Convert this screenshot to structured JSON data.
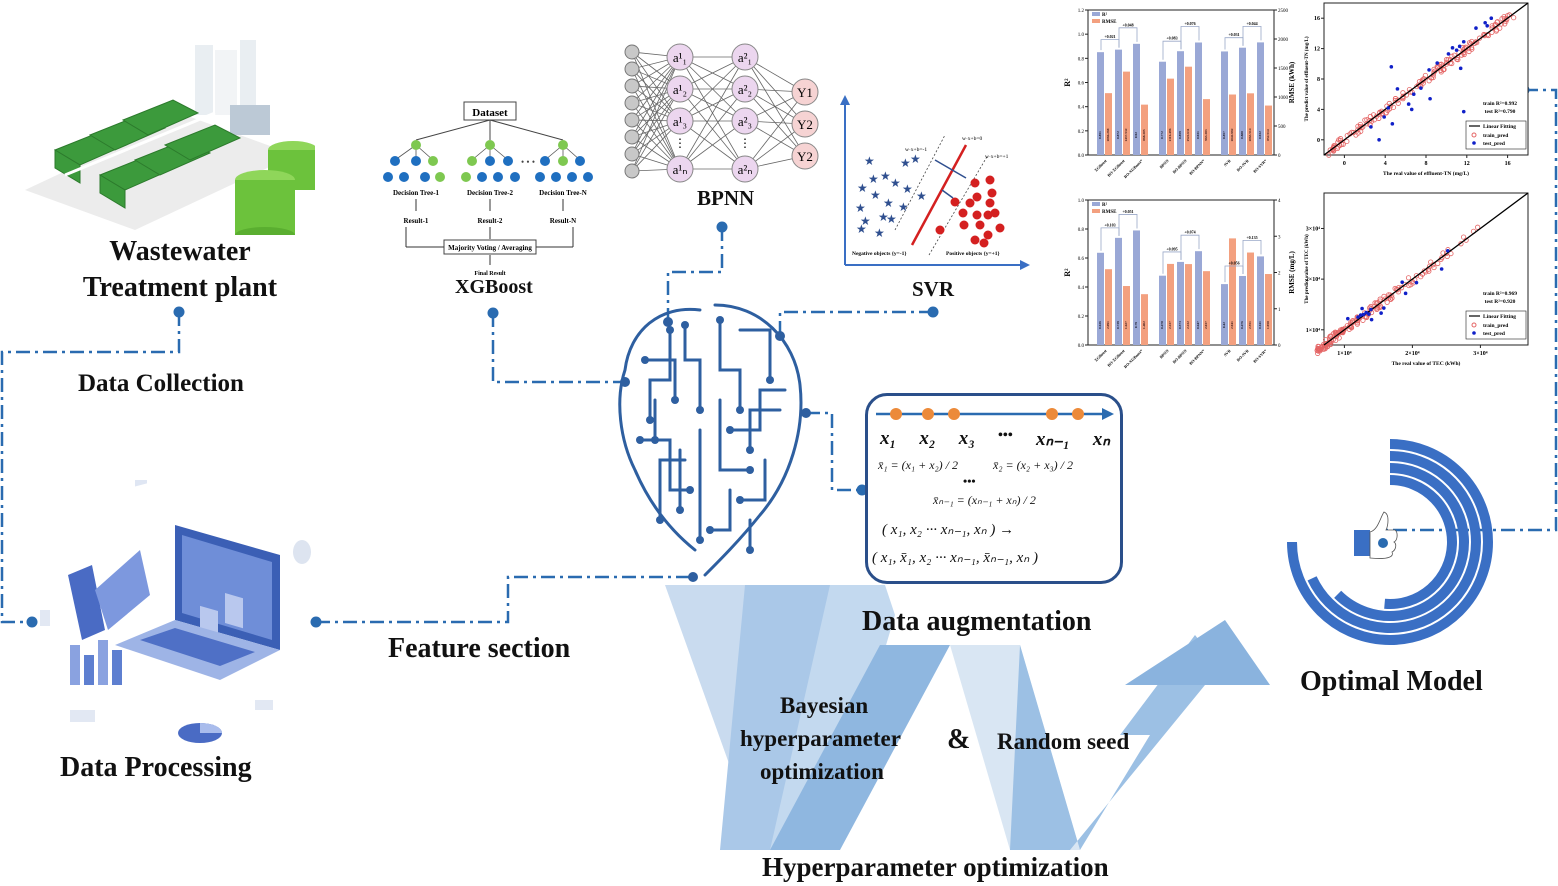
{
  "colors": {
    "flow_line": "#2a6bb0",
    "accent_blue": "#3a6fc4",
    "plant_green": "#3c9a3c",
    "bar_r2": "#9aa8d6",
    "bar_rmse": "#f3a07f",
    "svr_neg": "#2f4f8f",
    "svr_pos": "#d42020",
    "aug_dot": "#ec8a3a",
    "arrow_light": "#c9dbef",
    "arrow_mid": "#9cc0e4"
  },
  "labels": {
    "plant": [
      "Wastewater",
      "Treatment plant"
    ],
    "data_collection": "Data Collection",
    "data_processing": "Data Processing",
    "feature_section": "Feature section",
    "xgboost": "XGBoost",
    "bpnn": "BPNN",
    "svr": "SVR",
    "data_augmentation": "Data augmentation",
    "optimal_model": "Optimal Model",
    "bayesian": [
      "Bayesian",
      "hyperparameter",
      "optimization"
    ],
    "ampersand": "&",
    "random_seed": "Random seed",
    "hyperparameter_optimization": "Hyperparameter optimization"
  },
  "xgboost_diagram": {
    "dataset": "Dataset",
    "trees": [
      "Decision Tree-1",
      "Decision Tree-2",
      "Decision Tree-N"
    ],
    "results": [
      "Result-1",
      "Result-2",
      "Result-N"
    ],
    "ellipsis": "• • •",
    "combiner": "Majority Voting / Averaging",
    "final": "Final Result"
  },
  "bpnn_diagram": {
    "input_count": 8,
    "hidden1": [
      "a¹₁",
      "a¹₂",
      "a¹₃",
      "a¹ₙ"
    ],
    "hidden2": [
      "a²₁",
      "a²₂",
      "a²₃",
      "a²ₙ"
    ],
    "outputs": [
      "Y1",
      "Y2",
      "Y2"
    ]
  },
  "svr_diagram": {
    "eq_center": "w·x+b=0",
    "eq_left": "w·x+b=-1",
    "eq_right": "w·x+b=+1",
    "negative": "Negative objects  {y=-1}",
    "positive": "Positive objects  {y=+1}"
  },
  "augmentation": {
    "points": [
      "x₁",
      "x₂",
      "x₃",
      "•••",
      "xₙ₋₁",
      "xₙ"
    ],
    "eq1": "x̄₁ = (x₁ + x₂) / 2",
    "eq2": "x̄₂ = (x₂ + x₃) / 2",
    "dots": "•••",
    "eq3": "x̄ₙ₋₁ = (xₙ₋₁ + xₙ) / 2",
    "seq_before": "( x₁, x₂  ··· xₙ₋₁, xₙ )  →",
    "seq_after": "( x₁, x̄₁, x₂ ··· xₙ₋₁, x̄ₙ₋₁, xₙ )"
  },
  "chart_data": [
    {
      "type": "bar",
      "title": "",
      "categories": [
        "XGBoost",
        "BO-XGBoost",
        "BO-XGBoost*",
        "BPNN",
        "BO-BPNN",
        "BO-BPNN*",
        "SVR",
        "BO-SVR",
        "BO-SVR*"
      ],
      "series": [
        {
          "name": "R²",
          "axis": "left",
          "values": [
            0.851,
            0.872,
            0.92,
            0.772,
            0.859,
            0.931,
            0.857,
            0.888,
            0.932
          ]
        },
        {
          "name": "RMSE",
          "axis": "right",
          "values": [
            1066.269,
            1437.532,
            868.305,
            1316.496,
            1522.631,
            963.383,
            1042.992,
            1063.514,
            852.514
          ]
        }
      ],
      "annotations": [
        "+0.021",
        "+0.048",
        "+0.083",
        "+0.076",
        "+0.031",
        "+0.044"
      ],
      "ylabel": "R²",
      "y2label": "RMSE (kWh)",
      "ylim": [
        0,
        1.2
      ],
      "y2lim": [
        0,
        2500
      ],
      "yticks": [
        0.0,
        0.2,
        0.4,
        0.6,
        0.8,
        1.0,
        1.2
      ],
      "y2ticks": [
        0,
        500,
        1000,
        1500,
        2000,
        2500
      ],
      "legend": "top-left"
    },
    {
      "type": "bar",
      "title": "",
      "categories": [
        "XGBoost",
        "BO-XGBoost",
        "BO-XGBoost*",
        "BPNN",
        "BO-BPNN",
        "BO-BPNN*",
        "SVR",
        "BO-SVR",
        "BO-SVR*"
      ],
      "series": [
        {
          "name": "R²",
          "axis": "left",
          "values": [
            0.636,
            0.739,
            0.79,
            0.478,
            0.573,
            0.647,
            0.42,
            0.476,
            0.611
          ]
        },
        {
          "name": "RMSE",
          "axis": "right",
          "values": [
            2.091,
            1.627,
            1.402,
            2.237,
            2.232,
            2.037,
            2.941,
            2.551,
            1.958
          ]
        }
      ],
      "annotations": [
        "+0.103",
        "+0.051",
        "+0.095",
        "+0.074",
        "+0.056",
        "+0.135"
      ],
      "ylabel": "R²",
      "y2label": "RMSE (mg/L)",
      "ylim": [
        0,
        1.0
      ],
      "y2lim": [
        0,
        4
      ],
      "yticks": [
        0.0,
        0.2,
        0.4,
        0.6,
        0.8,
        1.0
      ],
      "y2ticks": [
        0,
        1,
        2,
        3,
        4
      ],
      "legend": "top-left"
    },
    {
      "type": "scatter",
      "title": "",
      "xlabel": "The real value of effluent-TN (mg/L)",
      "ylabel": "The predict value of effluent-TN (mg/L)",
      "xlim": [
        -2,
        18
      ],
      "ylim": [
        -2,
        18
      ],
      "xticks": [
        0,
        4,
        8,
        12,
        16
      ],
      "yticks": [
        0,
        4,
        8,
        12,
        16
      ],
      "annotations": [
        "train R²=0.992",
        "test  R²=0.790"
      ],
      "series": [
        {
          "name": "Linear Fitting",
          "kind": "line",
          "x": [
            -2,
            18
          ],
          "y": [
            -2,
            18
          ]
        },
        {
          "name": "train_pred",
          "kind": "open-circle"
        },
        {
          "name": "test_pred",
          "kind": "dot",
          "x": [
            3.4,
            4.7,
            2.6,
            3.9,
            4.3,
            5.2,
            6.3,
            6.6,
            6.8,
            7.5,
            8.4,
            8.3,
            9.1,
            10.2,
            10.6,
            11.0,
            11.3,
            11.7,
            12.9,
            13.8,
            14.4,
            14.0,
            11.7,
            4.6,
            11.4
          ],
          "y": [
            0.0,
            2.1,
            1.7,
            3.0,
            4.2,
            6.7,
            4.7,
            4.0,
            6.0,
            6.8,
            5.4,
            9.2,
            10.1,
            11.3,
            12.1,
            11.8,
            12.3,
            12.9,
            14.7,
            15.4,
            16.0,
            15.0,
            3.7,
            9.6,
            9.4
          ]
        }
      ],
      "legend": "bottom-right"
    },
    {
      "type": "scatter",
      "title": "",
      "xlabel": "The real value of TEC (kWh)",
      "ylabel": "The predict value of TEC (kWh)",
      "xlim": [
        7000,
        37000
      ],
      "ylim": [
        7000,
        37000
      ],
      "xticks": [
        10000,
        20000,
        30000
      ],
      "yticks": [
        10000,
        20000,
        30000
      ],
      "xticklabels": [
        "1×10⁴",
        "2×10⁴",
        "3×10⁴"
      ],
      "yticklabels": [
        "1×10⁴",
        "2×10⁴",
        "3×10⁴"
      ],
      "annotations": [
        "train R²=0.969",
        "test  R²=0.920"
      ],
      "series": [
        {
          "name": "Linear Fitting",
          "kind": "line",
          "x": [
            7000,
            37000
          ],
          "y": [
            7000,
            37000
          ]
        },
        {
          "name": "train_pred",
          "kind": "open-circle"
        },
        {
          "name": "test_pred",
          "kind": "dot",
          "x": [
            10500,
            12000,
            12400,
            12800,
            13200,
            13600,
            14000,
            15400,
            15800,
            18500,
            19000,
            20600,
            24300,
            25200,
            12600,
            13900
          ],
          "y": [
            12200,
            12500,
            12900,
            13000,
            13400,
            13100,
            12000,
            13300,
            14300,
            19400,
            17200,
            19300,
            22000,
            25600,
            14200,
            14000
          ]
        }
      ],
      "legend": "bottom-right"
    }
  ]
}
